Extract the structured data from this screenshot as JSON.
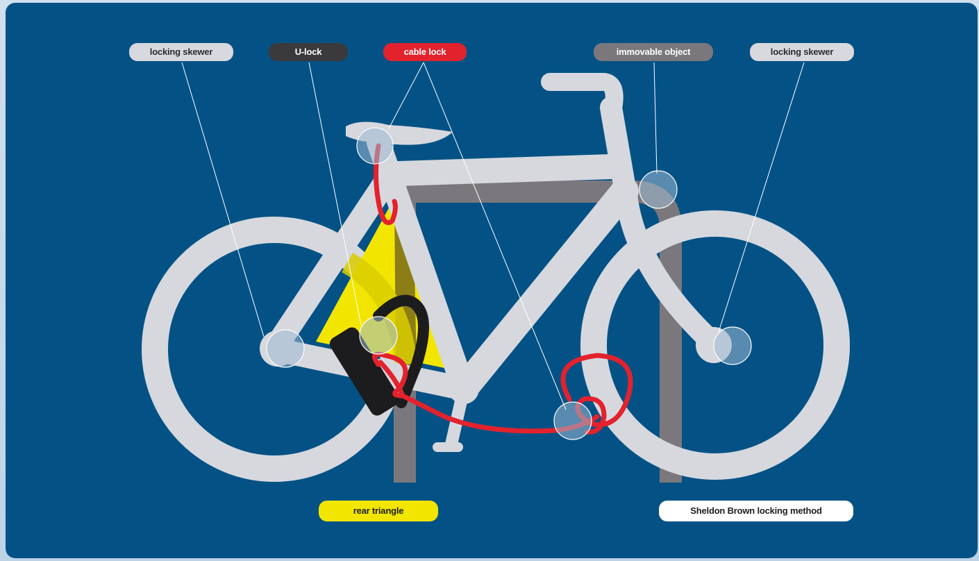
{
  "labels": {
    "locking_skewer_left": "locking skewer",
    "u_lock": "U-lock",
    "cable_lock": "cable lock",
    "immovable_object": "immovable object",
    "locking_skewer_right": "locking skewer",
    "rear_triangle": "rear triangle",
    "method": "Sheldon Brown locking method"
  },
  "colors": {
    "background": "#045285",
    "frame": "#d6d8de",
    "rack": "#7a787c",
    "rear_triangle": "#f2e600",
    "u_lock": "#1c1c1e",
    "cable_lock": "#e2222d"
  }
}
